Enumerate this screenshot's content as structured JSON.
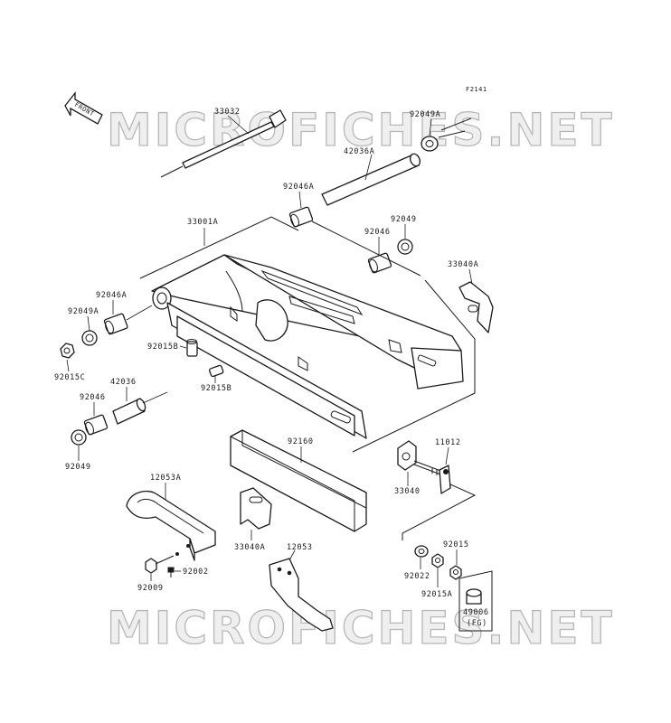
{
  "figure_ref": "F2141",
  "watermark": "MICROFICHES.NET",
  "front_arrow_label": "FRONT",
  "parts": {
    "p33032": "33032",
    "p92049A_top": "92049A",
    "p42036A": "42036A",
    "p92046A_top": "92046A",
    "p33001A": "33001A",
    "p92049_top": "92049",
    "p92046_top": "92046",
    "p33040A_right": "33040A",
    "p92046A_left": "92046A",
    "p92049A_left": "92049A",
    "p92015B_upper": "92015B",
    "p92015C": "92015C",
    "p42036": "42036",
    "p92015B_lower": "92015B",
    "p92046_left": "92046",
    "p92049_left": "92049",
    "p92160": "92160",
    "p11012": "11012",
    "p33040": "33040",
    "p12053A": "12053A",
    "p33040A_center": "33040A",
    "p12053": "12053",
    "p92002": "92002",
    "p92009": "92009",
    "p92022": "92022",
    "p92015": "92015",
    "p92015A": "92015A",
    "p49006": "49006",
    "p49006_note": "(FG)"
  }
}
